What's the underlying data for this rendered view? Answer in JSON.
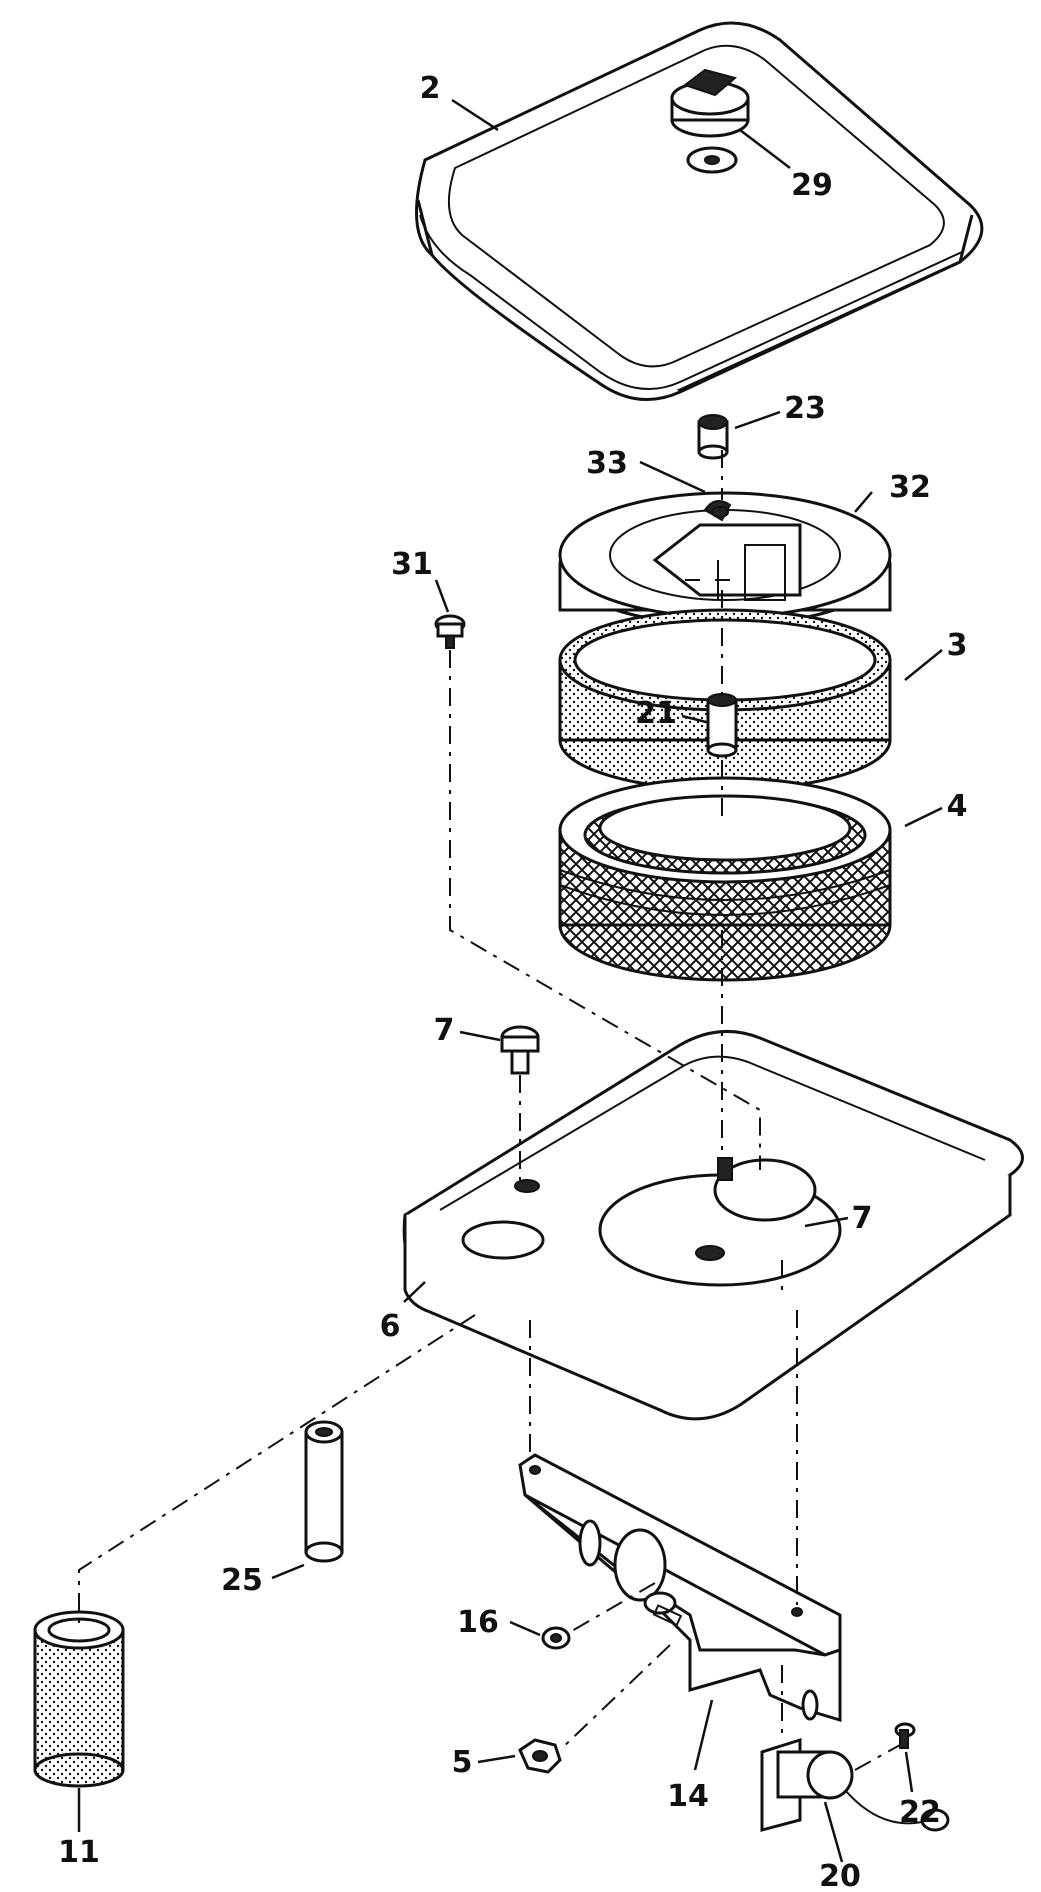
{
  "diagram": {
    "callouts": [
      {
        "id": "2",
        "text": "2"
      },
      {
        "id": "29",
        "text": "29"
      },
      {
        "id": "23",
        "text": "23"
      },
      {
        "id": "33",
        "text": "33"
      },
      {
        "id": "32",
        "text": "32"
      },
      {
        "id": "31",
        "text": "31"
      },
      {
        "id": "3",
        "text": "3"
      },
      {
        "id": "21",
        "text": "21"
      },
      {
        "id": "4",
        "text": "4"
      },
      {
        "id": "7a",
        "text": "7"
      },
      {
        "id": "7b",
        "text": "7"
      },
      {
        "id": "6",
        "text": "6"
      },
      {
        "id": "25",
        "text": "25"
      },
      {
        "id": "16",
        "text": "16"
      },
      {
        "id": "14",
        "text": "14"
      },
      {
        "id": "5",
        "text": "5"
      },
      {
        "id": "11",
        "text": "11"
      },
      {
        "id": "22",
        "text": "22"
      },
      {
        "id": "20",
        "text": "20"
      }
    ]
  }
}
